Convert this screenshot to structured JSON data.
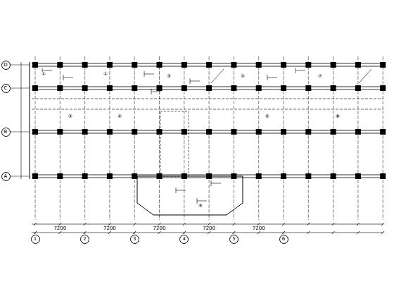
{
  "diagram": {
    "nodes": [
      {
        "text": [
          "D"
        ]
      },
      {
        "text": [
          "C"
        ]
      },
      {
        "text": [
          "B"
        ]
      },
      {
        "text": [
          "A"
        ]
      },
      {
        "text": [
          "1"
        ]
      },
      {
        "text": [
          "2"
        ]
      },
      {
        "text": [
          "3"
        ]
      },
      {
        "text": [
          "4"
        ]
      },
      {
        "text": [
          "5"
        ]
      },
      {
        "text": [
          "6"
        ]
      }
    ],
    "labels": [
      "①",
      "①",
      "②",
      "②",
      "③",
      "⑤",
      "⑥",
      "⑦",
      "⑧",
      "⑨",
      "7200",
      "7200",
      "7200",
      "7200",
      "7200"
    ]
  }
}
